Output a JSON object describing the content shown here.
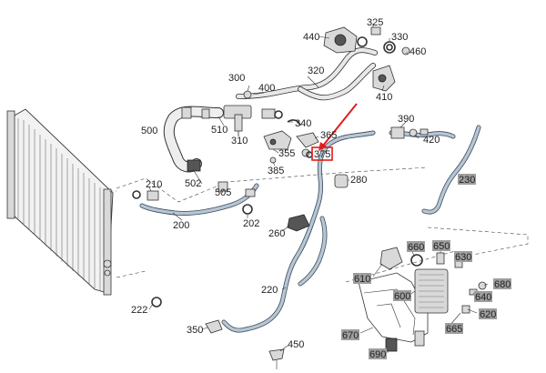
{
  "diagram": {
    "highlight_color": "#e31b1b",
    "callouts": [
      {
        "id": "440",
        "text": "440",
        "shaded": false
      },
      {
        "id": "325",
        "text": "325",
        "shaded": false
      },
      {
        "id": "330",
        "text": "330",
        "shaded": false
      },
      {
        "id": "460",
        "text": "460",
        "shaded": false
      },
      {
        "id": "300",
        "text": "300",
        "shaded": false
      },
      {
        "id": "400",
        "text": "400",
        "shaded": false
      },
      {
        "id": "320",
        "text": "320",
        "shaded": false
      },
      {
        "id": "410",
        "text": "410",
        "shaded": false
      },
      {
        "id": "500",
        "text": "500",
        "shaded": false
      },
      {
        "id": "510",
        "text": "510",
        "shaded": false
      },
      {
        "id": "340",
        "text": "340",
        "shaded": false
      },
      {
        "id": "390",
        "text": "390",
        "shaded": false
      },
      {
        "id": "310",
        "text": "310",
        "shaded": false
      },
      {
        "id": "365",
        "text": "365",
        "shaded": false
      },
      {
        "id": "420",
        "text": "420",
        "shaded": false
      },
      {
        "id": "355",
        "text": "355",
        "shaded": false
      },
      {
        "id": "375",
        "text": "375",
        "shaded": false,
        "selected": true
      },
      {
        "id": "385",
        "text": "385",
        "shaded": false
      },
      {
        "id": "280",
        "text": "280",
        "shaded": false
      },
      {
        "id": "230",
        "text": "230",
        "shaded": true
      },
      {
        "id": "210",
        "text": "210",
        "shaded": false
      },
      {
        "id": "502",
        "text": "502",
        "shaded": false
      },
      {
        "id": "505",
        "text": "505",
        "shaded": false
      },
      {
        "id": "200",
        "text": "200",
        "shaded": false
      },
      {
        "id": "202",
        "text": "202",
        "shaded": false
      },
      {
        "id": "260",
        "text": "260",
        "shaded": false
      },
      {
        "id": "660",
        "text": "660",
        "shaded": true
      },
      {
        "id": "650",
        "text": "650",
        "shaded": true
      },
      {
        "id": "630",
        "text": "630",
        "shaded": true
      },
      {
        "id": "610",
        "text": "610",
        "shaded": true
      },
      {
        "id": "600",
        "text": "600",
        "shaded": true
      },
      {
        "id": "680",
        "text": "680",
        "shaded": true
      },
      {
        "id": "640",
        "text": "640",
        "shaded": true
      },
      {
        "id": "620",
        "text": "620",
        "shaded": true
      },
      {
        "id": "220",
        "text": "220",
        "shaded": false
      },
      {
        "id": "222",
        "text": "222",
        "shaded": false
      },
      {
        "id": "665",
        "text": "665",
        "shaded": true
      },
      {
        "id": "350",
        "text": "350",
        "shaded": false
      },
      {
        "id": "670",
        "text": "670",
        "shaded": true
      },
      {
        "id": "450",
        "text": "450",
        "shaded": false
      },
      {
        "id": "690",
        "text": "690",
        "shaded": true
      }
    ]
  }
}
